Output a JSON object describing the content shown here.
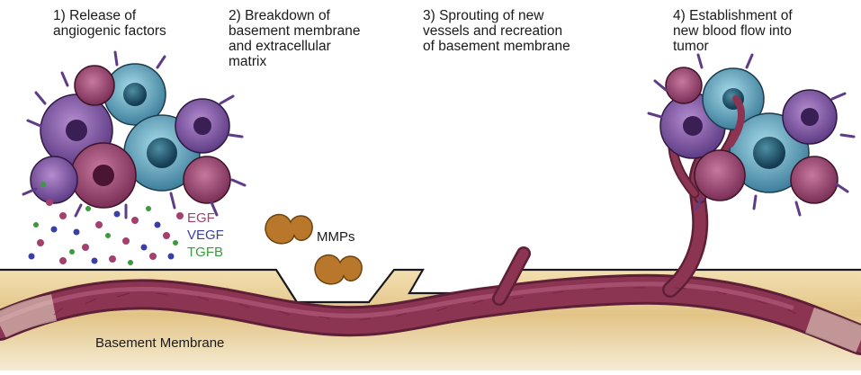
{
  "steps": [
    {
      "text": "1) Release of\nangiogenic factors"
    },
    {
      "text": "2) Breakdown of\nbasement membrane\nand extracellular\nmatrix"
    },
    {
      "text": "3) Sprouting of new\nvessels and recreation\nof basement membrane"
    },
    {
      "text": "4) Establishment of\nnew blood flow into\ntumor"
    }
  ],
  "factors": [
    {
      "text": "EGF",
      "color": "#a3406e"
    },
    {
      "text": "VEGF",
      "color": "#3a3fa6"
    },
    {
      "text": "TGFB",
      "color": "#3a9a3c"
    }
  ],
  "mmp_label": "MMPs",
  "membrane_label": "Basement Membrane",
  "colors": {
    "membrane_fill": "#e7d09a",
    "vessel": "#8c3553",
    "vessel_dark": "#5e1f37",
    "tumor_purple": "#8a5aa6",
    "tumor_cyan": "#6aa7bf",
    "mmp": "#b9772b"
  }
}
